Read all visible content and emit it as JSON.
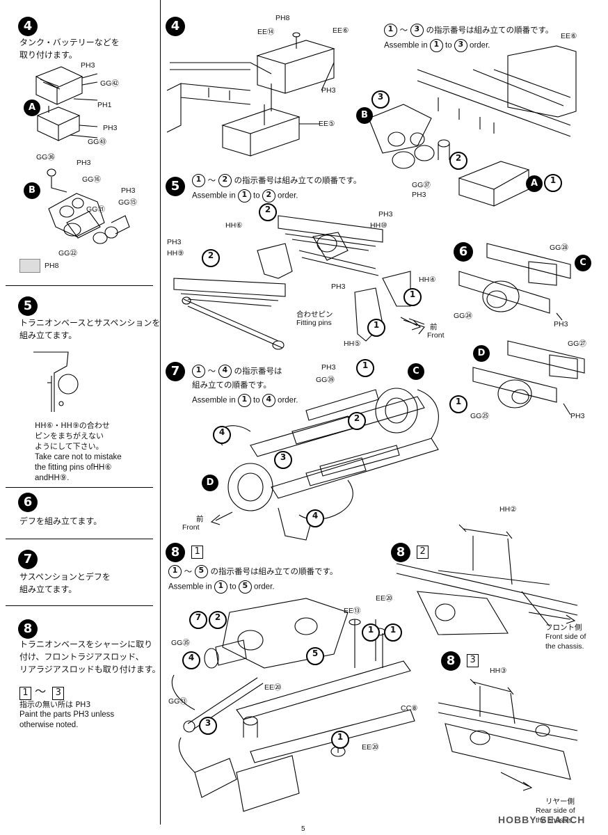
{
  "left_column": {
    "step4": {
      "number": "4",
      "text": "タンク・バッテリーなどを\n取り付けます。",
      "labels": {
        "pi3a": "PH3",
        "gg42": "GG㊷",
        "pi1": "PH1",
        "a": "A",
        "pi3b": "PH3",
        "gg43": "GG㊸",
        "gg36": "GG㊱",
        "pi3c": "PH3",
        "b": "B",
        "gg16": "GG⑯",
        "pi3d": "PH3",
        "gg15": "GG⑮",
        "gg21": "GG㉑",
        "gg22": "GG㉒"
      },
      "paint_label": "PH8"
    },
    "step5": {
      "number": "5",
      "text": "トラニオンベースとサスペンションを\n組み立てます。",
      "note_ja": "HH⑥・HH⑨の合わせ\nピンをまちがえない\nようにして下さい。",
      "note_en": "Take care not to mistake\nthe fitting pins ofHH⑥\nandHH⑨."
    },
    "step6": {
      "number": "6",
      "text": "デフを組み立てます。"
    },
    "step7": {
      "number": "7",
      "text": "サスペンションとデフを\n組み立てます。"
    },
    "step8": {
      "number": "8",
      "text": "トラニオンベースをシャーシに取り\n付け、フロントラジアスロッド、\nリアラジアスロッドも取り付けます。",
      "range_from": "1",
      "range_sep": "～",
      "range_to": "3",
      "note_ja": "指示の無い所は PH3",
      "note_en": "Paint the parts PH3 unless\notherwise noted."
    }
  },
  "right_top": {
    "step4": {
      "number": "4",
      "labels": {
        "pi8": "PH8",
        "ee14": "EE⑭",
        "ee6": "EE⑥",
        "pi3": "PH3",
        "ee5": "EE⑤"
      }
    },
    "step4b": {
      "order_ja": "の指示番号は組み立ての順番です。",
      "order_en_pre": "Assemble in",
      "order_en_mid": "to",
      "order_en_post": "order.",
      "c1": "1",
      "c3": "3",
      "labels": {
        "ee6": "EE⑥",
        "b": "B",
        "three": "3",
        "two": "2",
        "gg37": "GG㊲",
        "pi3": "PH3",
        "a": "A",
        "one": "1"
      }
    },
    "step5": {
      "number": "5",
      "order_ja": "の指示番号は組み立ての順番です。",
      "order_en_pre": "Assemble in",
      "order_en_mid": "to",
      "order_en_post": "order.",
      "c1": "1",
      "c2": "2",
      "labels": {
        "pi3a": "PH3",
        "hh10": "HH⑩",
        "hh6": "HH⑥",
        "pi3b": "PH3",
        "hh9": "HH⑨",
        "two_a": "2",
        "two_b": "2",
        "pin_ja": "合わせピン",
        "pin_en": "Fitting pins",
        "pi3c": "PH3",
        "hh4": "HH④",
        "one_a": "1",
        "one_b": "1",
        "hh5": "HH⑤",
        "front_ja": "前",
        "front_en": "Front"
      }
    },
    "step6": {
      "number": "6",
      "labels": {
        "gg28": "GG㉘",
        "c": "C",
        "gg24": "GG㉔",
        "pi3a": "PH3",
        "d": "D",
        "gg27": "GG㉗",
        "gg25": "GG㉕",
        "pi3b": "PH3"
      }
    },
    "step7": {
      "number": "7",
      "order_ja1": "の指示番号は",
      "order_ja2": "組み立ての順番です。",
      "order_en_pre": "Assemble in",
      "order_en_mid": "to",
      "order_en_post": "order.",
      "c1": "1",
      "c4": "4",
      "labels": {
        "pi3": "PH3",
        "gg39": "GG㊴",
        "one_a": "1",
        "c": "C",
        "one_b": "1",
        "two": "2",
        "four_a": "4",
        "three": "3",
        "d": "D",
        "four_b": "4",
        "front_ja": "前",
        "front_en": "Front"
      }
    },
    "step8_1": {
      "number": "8",
      "sub": "1",
      "order_ja": "の指示番号は組み立ての順番です。",
      "order_en_pre": "Assemble in",
      "order_en_mid": "to",
      "order_en_post": "order.",
      "c1": "1",
      "c5": "5",
      "labels": {
        "ee20a": "EE⑳",
        "ee13": "EE⑬",
        "seven": "7",
        "two": "2",
        "gg35": "GG㉟",
        "four": "4",
        "one_a": "1",
        "one_b": "1",
        "five": "5",
        "ee20b": "EE⑳",
        "gg13": "GG⑬",
        "three": "3",
        "cc8": "CC⑧",
        "one_c": "1",
        "ee20c": "EE⑳"
      }
    },
    "step8_2": {
      "number": "8",
      "sub": "2",
      "labels": {
        "hh2": "HH②",
        "front_ja": "フロント側",
        "front_en": "Front side of\nthe chassis."
      }
    },
    "step8_3": {
      "number": "8",
      "sub": "3",
      "labels": {
        "hh3": "HH③",
        "rear_ja": "リヤー側",
        "rear_en": "Rear side of\nthe chassis."
      }
    }
  },
  "footer": {
    "page": "5",
    "watermark": "HOBBY SEARCH"
  }
}
